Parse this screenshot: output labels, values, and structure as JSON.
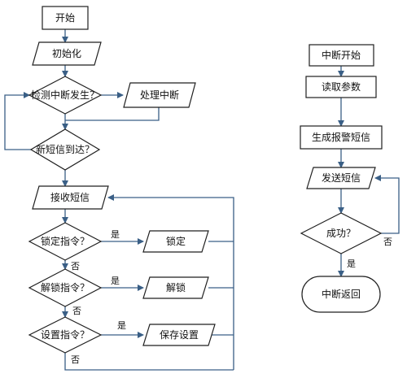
{
  "main_flow": {
    "start": "开始",
    "init": "初始化",
    "check_interrupt": "检测中断发生？",
    "handle_interrupt": "处理中断",
    "new_sms": "新短信到达？",
    "receive_sms": "接收短信",
    "lock_cmd": "锁定指令？",
    "lock": "锁定",
    "unlock_cmd": "解锁指令？",
    "unlock": "解锁",
    "set_cmd": "设置指令？",
    "save_settings": "保存设置",
    "yes": "是",
    "no": "否"
  },
  "interrupt_flow": {
    "start": "中断开始",
    "read_params": "读取参数",
    "gen_alarm": "生成报警短信",
    "send_sms": "发送短信",
    "success": "成功？",
    "return": "中断返回",
    "yes": "是",
    "no": "否"
  },
  "colors": {
    "line": "#3a5f86",
    "outline": "#1f1f1f"
  }
}
